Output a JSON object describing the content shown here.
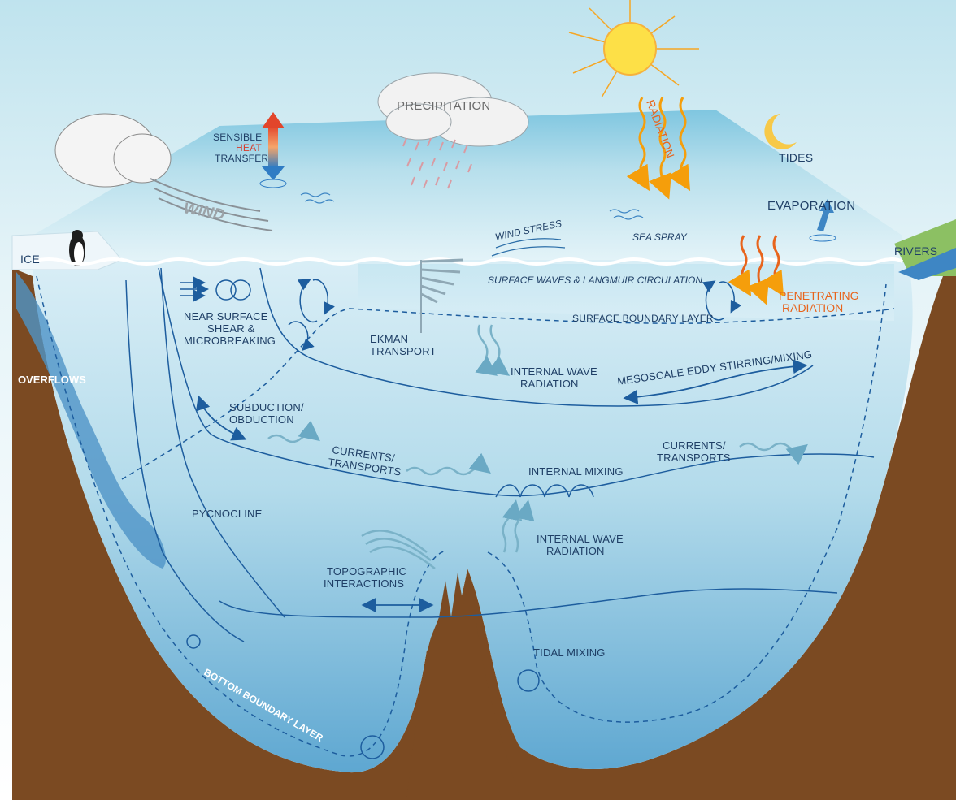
{
  "atmosphere": {
    "precipitation": "PRECIPITATION",
    "sensible": "SENSIBLE",
    "heat": "HEAT",
    "transfer": "TRANSFER",
    "wind": "WIND",
    "radiation": "RADIATION",
    "tides": "TIDES",
    "evaporation": "EVAPORATION"
  },
  "surface": {
    "ice": "ICE",
    "rivers": "RIVERS",
    "wind_stress": "WIND STRESS",
    "sea_spray": "SEA SPRAY",
    "surface_waves": "SURFACE WAVES & LANGMUIR CIRCULATION",
    "penetrating_1": "PENETRATING",
    "penetrating_2": "RADIATION",
    "surface_boundary_layer": "SURFACE BOUNDARY LAYER"
  },
  "interior": {
    "near_surface_1": "NEAR SURFACE",
    "near_surface_2": "SHEAR &",
    "near_surface_3": "MICROBREAKING",
    "ekman_1": "EKMAN",
    "ekman_2": "TRANSPORT",
    "iwr_upper_1": "INTERNAL WAVE",
    "iwr_upper_2": "RADIATION",
    "mesoscale": "MESOSCALE EDDY STIRRING/MIXING",
    "overflows": "OVERFLOWS",
    "subduction_1": "SUBDUCTION/",
    "subduction_2": "OBDUCTION",
    "currents_left_1": "CURRENTS/",
    "currents_left_2": "TRANSPORTS",
    "currents_right_1": "CURRENTS/",
    "currents_right_2": "TRANSPORTS",
    "internal_mixing": "INTERNAL MIXING",
    "pycnocline": "PYCNOCLINE",
    "iwr_lower_1": "INTERNAL WAVE",
    "iwr_lower_2": "RADIATION",
    "topographic_1": "TOPOGRAPHIC",
    "topographic_2": "INTERACTIONS",
    "tidal_mixing": "TIDAL MIXING",
    "bottom_boundary_layer": "BOTTOM BOUNDARY LAYER"
  },
  "colors": {
    "sky_top": "#cfe9f1",
    "sea_surface": "#d5ecf3",
    "water_deep": "#5fa8d3",
    "ground": "#7b4a22",
    "line_blue": "#1d5d9e",
    "sun": "#fde047",
    "label_orange": "#e8641c"
  }
}
